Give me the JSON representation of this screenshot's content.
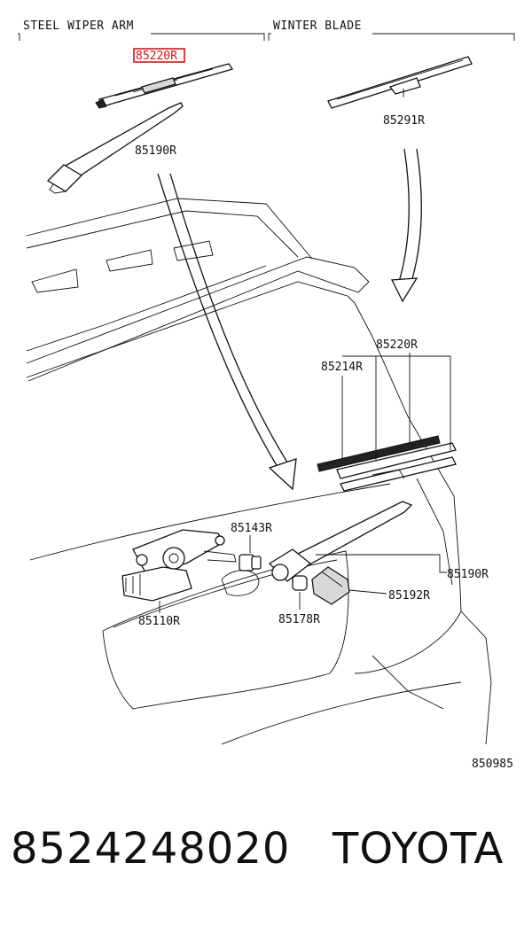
{
  "sections": {
    "left_header": "STEEL WIPER ARM",
    "right_header": "WINTER BLADE"
  },
  "labels": {
    "blade_highlight": "85220R",
    "arm_top": "85190R",
    "winter_blade": "85291R",
    "blade_assy": "85220R",
    "rubber": "85214R",
    "pivot_nut": "85143R",
    "arm_right": "85190R",
    "cap": "85192R",
    "motor": "85110R",
    "grommet": "85178R",
    "diagram_number": "850985"
  },
  "footer": {
    "part_number": "8524248020",
    "brand": "TOYOTA"
  },
  "colors": {
    "highlight": "#e01010",
    "ink": "#111111"
  }
}
